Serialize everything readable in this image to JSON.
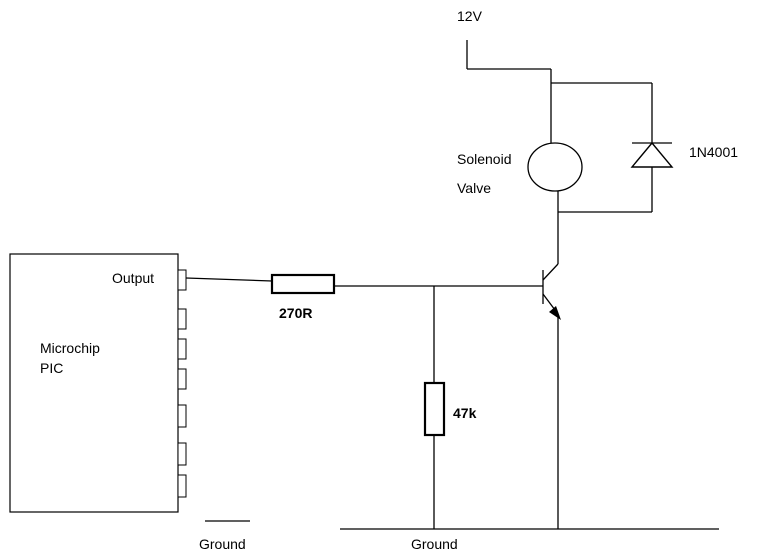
{
  "labels": {
    "supply": "12V",
    "solenoid_line1": "Solenoid",
    "solenoid_line2": "Valve",
    "diode": "1N4001",
    "output": "Output",
    "pic_line1": "Microchip",
    "pic_line2": "PIC",
    "series_resistor": "270R",
    "pulldown_resistor": "47k",
    "ground_left": "Ground",
    "ground_center": "Ground"
  },
  "colors": {
    "line": "#000000",
    "background": "#ffffff"
  }
}
